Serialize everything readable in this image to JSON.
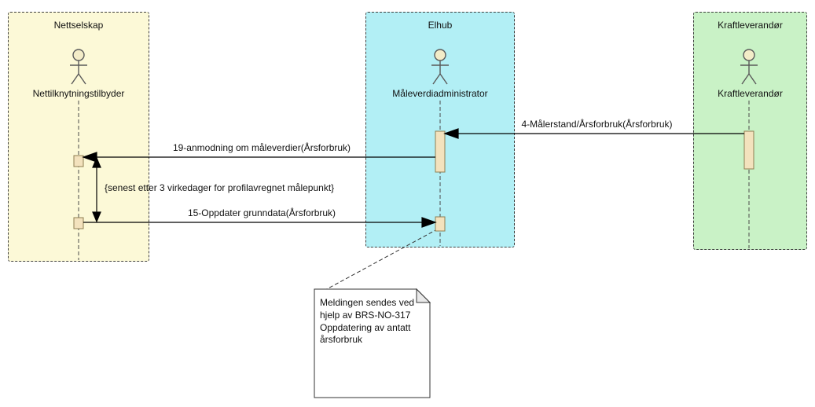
{
  "diagram": {
    "type": "uml-sequence-diagram",
    "lanes": [
      {
        "title": "Nettselskap",
        "actor": "Nettilknytningstilbyder"
      },
      {
        "title": "Elhub",
        "actor": "Måleverdiadministrator"
      },
      {
        "title": "Kraftleverandør",
        "actor": "Kraftleverandør"
      }
    ],
    "messages": {
      "m4": "4-Målerstand/Årsforbruk(Årsforbruk)",
      "m19": "19-anmodning om måleverdier(Årsforbruk)",
      "m15": "15-Oppdater grunndata(Årsforbruk)"
    },
    "constraint": "{senest etter 3 virkedager for profilavregnet målepunkt}",
    "note": "Meldingen sendes ved hjelp av BRS-NO-317 Oppdatering av antatt årsforbruk",
    "colors": {
      "lane_nettselskap": "#fcf9d7",
      "lane_elhub": "#b2eff5",
      "lane_kraftleverandor": "#c9f2c6",
      "activation_fill": "#f3e2bd",
      "note_fill": "#ffffff",
      "line": "#000000"
    }
  }
}
